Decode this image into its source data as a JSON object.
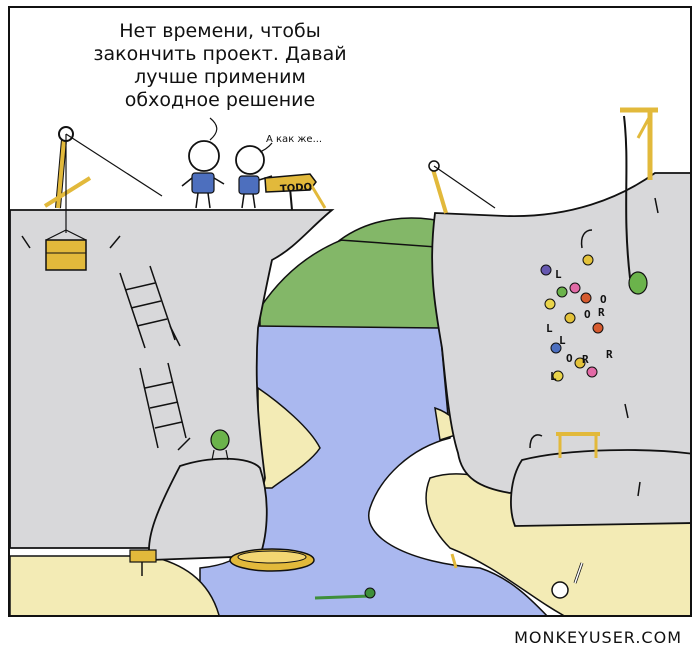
{
  "speech": {
    "main": "Нет времени, чтобы\nзакончить проект. Давай\nлучше применим\nобходное решение",
    "reply": "А как же..."
  },
  "sign": {
    "label": "TODO"
  },
  "holds": {
    "letters": [
      "L",
      "O",
      "L",
      "O",
      "R",
      "L",
      "R",
      "L",
      "O",
      "R"
    ]
  },
  "credit": {
    "text": "MONKEYUSER.COM"
  },
  "colors": {
    "water": "#aab8ef",
    "hill": "#83b768",
    "sand": "#f3ebb5",
    "rock": "#d8d8da",
    "wood": "#e2b93b",
    "shirt": "#4d6fbe",
    "bug": "#6bb34b"
  }
}
